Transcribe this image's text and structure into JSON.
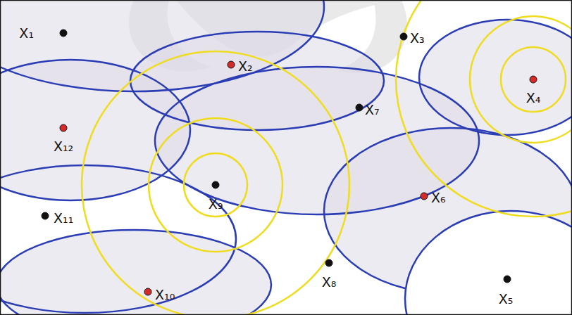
{
  "diagram": {
    "labels": [
      "X₁",
      "X₂",
      "X₃",
      "X₄",
      "X₇",
      "X₁₂",
      "X₉",
      "X₆",
      "X₁₁",
      "X₈",
      "X₁₀",
      "X₅"
    ]
  }
}
